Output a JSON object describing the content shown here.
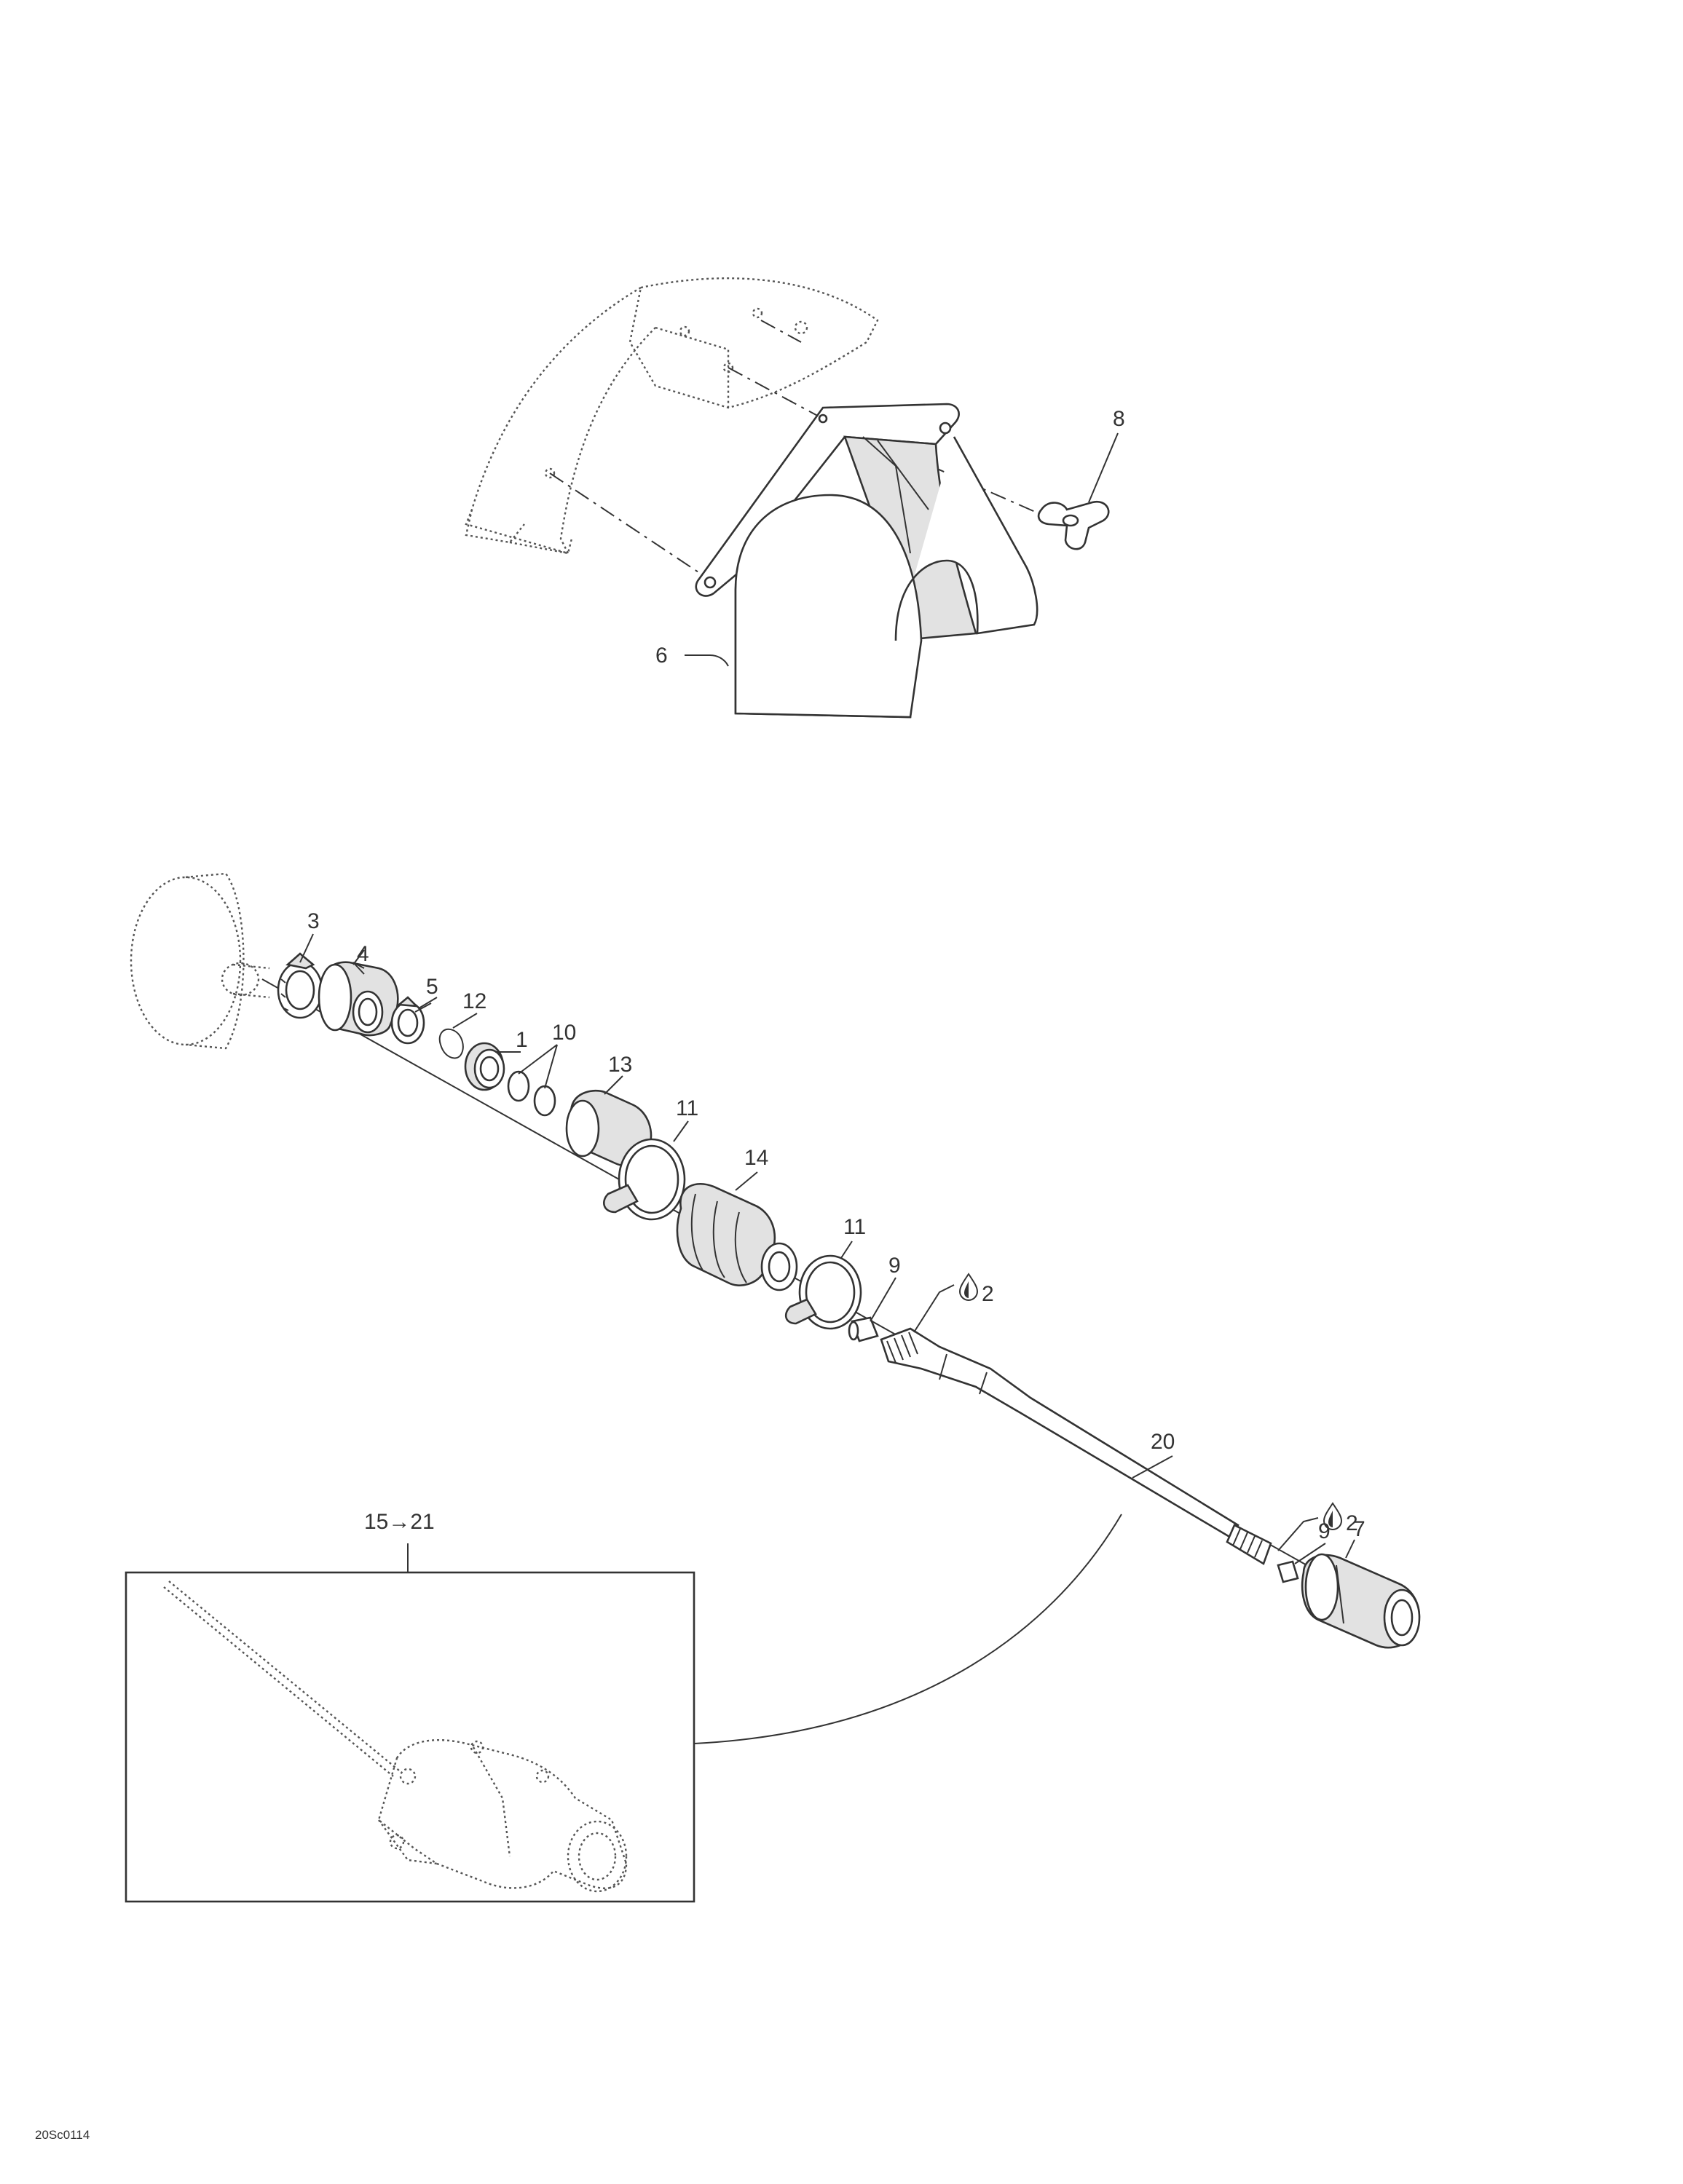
{
  "callouts": {
    "c1": "1",
    "c2a": "2",
    "c2b": "2",
    "c3": "3",
    "c4": "4",
    "c5": "5",
    "c6": "6",
    "c7": "7",
    "c8": "8",
    "c9a": "9",
    "c9b": "9",
    "c10": "10",
    "c11a": "11",
    "c11b": "11",
    "c12": "12",
    "c13": "13",
    "c14": "14",
    "c20": "20",
    "c15_21": "15→21"
  },
  "drawing_code": "20Sc0114",
  "colors": {
    "line": "#333333",
    "shade": "#e2e2e2",
    "background": "#ffffff"
  },
  "icons": {
    "lubricant": "oil-drop-icon"
  }
}
